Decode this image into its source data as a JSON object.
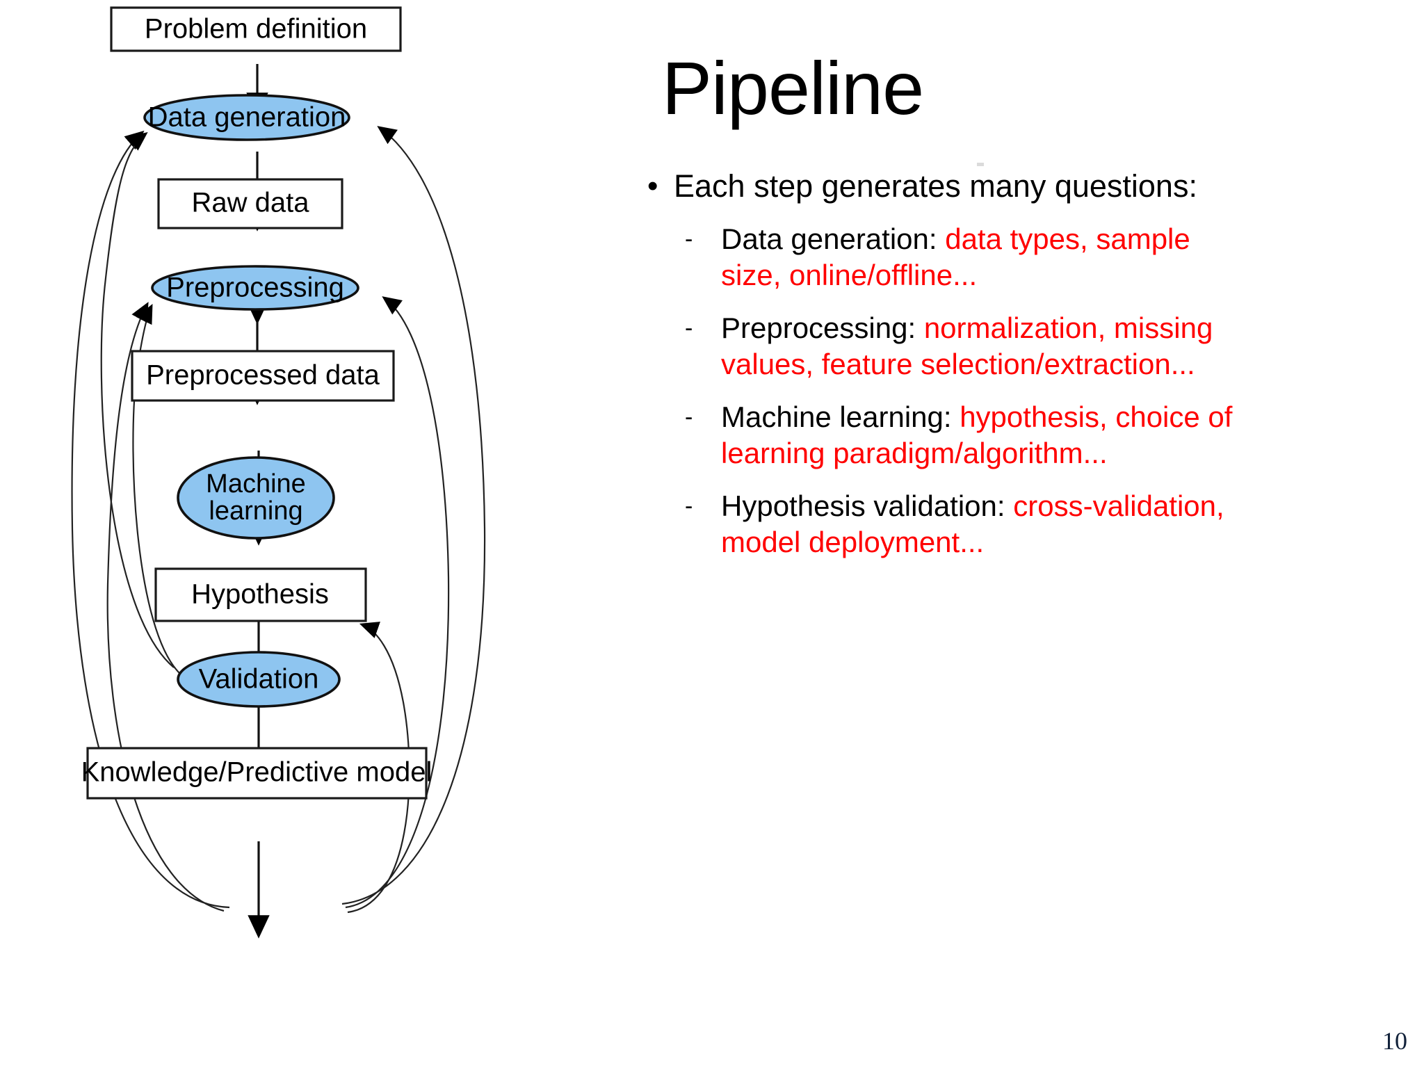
{
  "slide": {
    "title": "Pipeline",
    "page_number": "10",
    "accent_color": "#8ec5f0",
    "highlight_color": "#ff0000",
    "outline_color": "#111111",
    "background_color": "#ffffff"
  },
  "flowchart": {
    "nodes": [
      {
        "id": "problem-definition",
        "label": "Problem definition",
        "shape": "box"
      },
      {
        "id": "data-generation",
        "label": "Data generation",
        "shape": "ellipse"
      },
      {
        "id": "raw-data",
        "label": "Raw data",
        "shape": "box"
      },
      {
        "id": "preprocessing",
        "label": "Preprocessing",
        "shape": "ellipse"
      },
      {
        "id": "preprocessed-data",
        "label": "Preprocessed data",
        "shape": "box"
      },
      {
        "id": "machine-learning-line1",
        "label": "Machine",
        "shape": "ellipse"
      },
      {
        "id": "machine-learning-line2",
        "label": "learning",
        "shape": "ellipse"
      },
      {
        "id": "hypothesis",
        "label": "Hypothesis",
        "shape": "box"
      },
      {
        "id": "validation",
        "label": "Validation",
        "shape": "ellipse"
      },
      {
        "id": "knowledge-predictive-model",
        "label": "Knowledge/Predictive model",
        "shape": "box"
      }
    ]
  },
  "bullets": {
    "marker": "•",
    "sub_marker": "-",
    "level1": "Each step generates many questions:",
    "items": [
      {
        "label": "Data generation: ",
        "detail": "data types, sample size, online/offline..."
      },
      {
        "label": "Preprocessing: ",
        "detail": "normalization, missing values, feature selection/extraction..."
      },
      {
        "label": "Machine learning: ",
        "detail": "hypothesis, choice of learning paradigm/algorithm..."
      },
      {
        "label": "Hypothesis validation: ",
        "detail": "cross-validation, model deployment..."
      }
    ]
  }
}
